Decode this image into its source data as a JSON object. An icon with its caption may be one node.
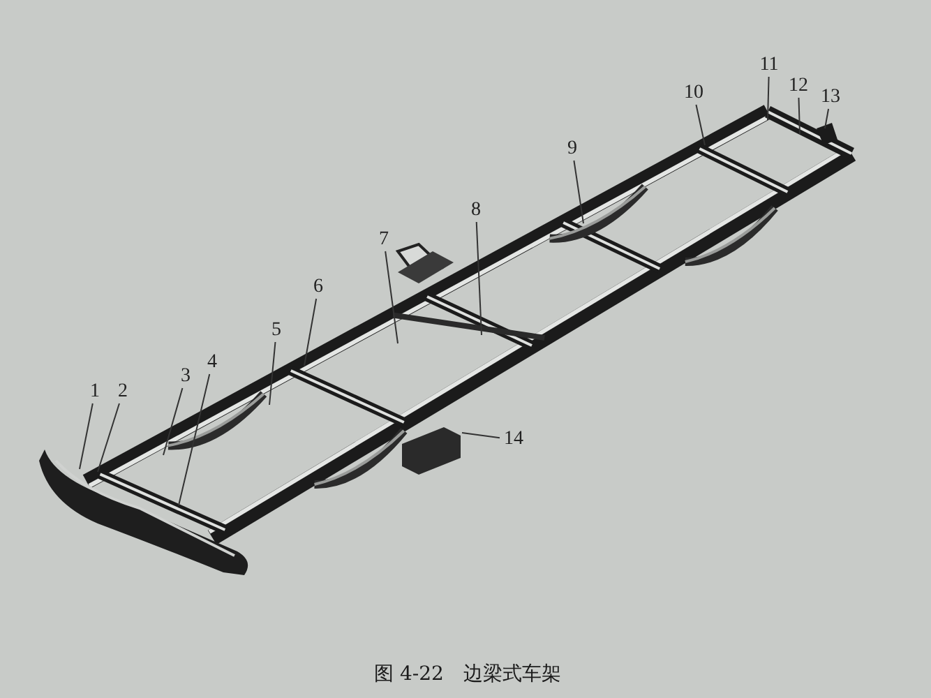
{
  "diagram": {
    "caption": "图 4-22　边梁式车架",
    "nodes": [
      {
        "text": [
          "1"
        ]
      },
      {
        "text": [
          "2"
        ]
      },
      {
        "text": [
          "3"
        ]
      },
      {
        "text": [
          "4"
        ]
      },
      {
        "text": [
          "5"
        ]
      },
      {
        "text": [
          "6"
        ]
      },
      {
        "text": [
          "7"
        ]
      },
      {
        "text": [
          "8"
        ]
      },
      {
        "text": [
          "9"
        ]
      },
      {
        "text": [
          "10"
        ]
      },
      {
        "text": [
          "11"
        ]
      },
      {
        "text": [
          "12"
        ]
      },
      {
        "text": [
          "13"
        ]
      },
      {
        "text": [
          "14"
        ]
      }
    ],
    "edges": [
      {
        "from": 0,
        "to": null,
        "arrow": "none"
      },
      {
        "from": 1,
        "to": null,
        "arrow": "none"
      },
      {
        "from": 2,
        "to": null,
        "arrow": "none"
      },
      {
        "from": 3,
        "to": null,
        "arrow": "none"
      },
      {
        "from": 4,
        "to": null,
        "arrow": "none"
      },
      {
        "from": 5,
        "to": null,
        "arrow": "none"
      },
      {
        "from": 6,
        "to": null,
        "arrow": "none"
      },
      {
        "from": 7,
        "to": null,
        "arrow": "none"
      },
      {
        "from": 8,
        "to": null,
        "arrow": "none"
      },
      {
        "from": 9,
        "to": null,
        "arrow": "none"
      },
      {
        "from": 10,
        "to": null,
        "arrow": "none"
      },
      {
        "from": 11,
        "to": null,
        "arrow": "none"
      },
      {
        "from": 12,
        "to": null,
        "arrow": "none"
      },
      {
        "from": 13,
        "to": null,
        "arrow": "none"
      }
    ]
  }
}
